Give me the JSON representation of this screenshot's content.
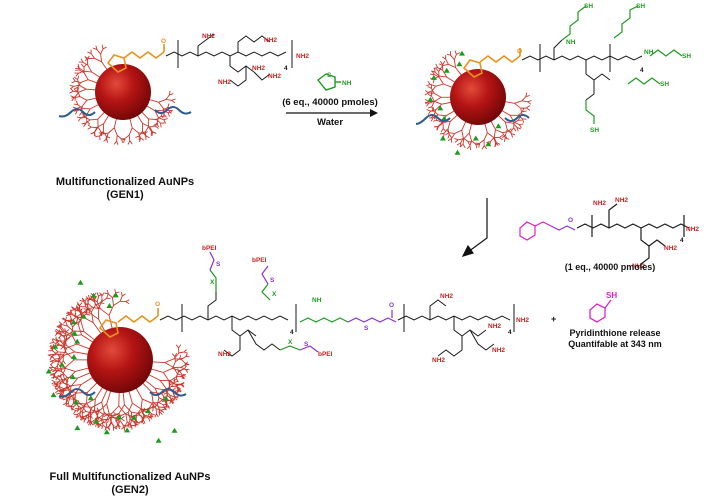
{
  "colors": {
    "dendron": "#c9372c",
    "gold_core": "#b31212",
    "orange_linker": "#e5931d",
    "blue_peg": "#2c5d8f",
    "green_thiol": "#1e9a1e",
    "purple_linker": "#8b2fd6",
    "magenta_pyridine": "#e020c8",
    "pei_chain": "#1a1a1a",
    "amine": "#c81e1e"
  },
  "captions": {
    "gen1_line1": "Multifunctionalized AuNPs",
    "gen1_line2": "(GEN1)",
    "gen2_line1": "Full Multifunctionalized AuNPs",
    "gen2_line2": "(GEN2)"
  },
  "reaction1": {
    "reagent_label": "NH",
    "reagent_atom_s": "S",
    "equivalents": "(6 eq., 40000 pmoles)",
    "solvent": "Water"
  },
  "reaction2": {
    "equivalents": "(1 eq., 40000 pmoles)"
  },
  "byproduct": {
    "plus": "+",
    "thiol_label": "SH",
    "line1": "Pyridinthione release",
    "line2": "Quantifable at 343 nm"
  },
  "atoms": {
    "nh2": "NH2",
    "nh": "NH",
    "n": "N",
    "sh": "SH",
    "s": "S",
    "o": "O",
    "x": "X",
    "bpei": "bPEI",
    "subscript_4": "4"
  }
}
